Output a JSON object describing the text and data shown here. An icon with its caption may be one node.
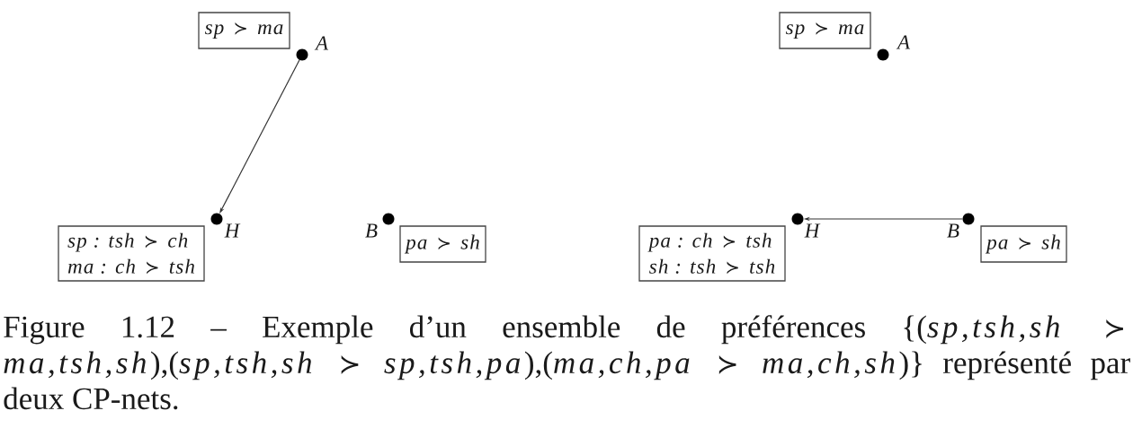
{
  "diagram": {
    "caption": "Figure 1.12 – Exemple d’un ensemble de préférences {(*sp,tsh,sh* ≻ *ma,tsh,sh*),(*sp,tsh,sh* ≻ *sp,tsh,pa*),(*ma,ch,pa* ≻ *ma,ch,sh*)} représenté par deux CP-nets.",
    "nodes": [
      {
        "text": [
          "sp ≻ ma"
        ]
      },
      {
        "text": [],
        "shape": "circle",
        "beside": [
          "A"
        ]
      },
      {
        "text": [],
        "shape": "circle",
        "beside": [
          "H"
        ]
      },
      {
        "text": [
          "sp : tsh ≻ ch",
          "ma : ch ≻ tsh"
        ]
      },
      {
        "text": [],
        "shape": "circle",
        "beside": [
          "B"
        ]
      },
      {
        "text": [
          "pa ≻ sh"
        ]
      },
      {
        "text": [
          "sp ≻ ma"
        ]
      },
      {
        "text": [],
        "shape": "circle",
        "beside": [
          "A"
        ]
      },
      {
        "text": [],
        "shape": "circle",
        "beside": [
          "H"
        ]
      },
      {
        "text": [
          "pa : ch ≻ tsh",
          "sh : tsh ≻ tsh"
        ]
      },
      {
        "text": [],
        "shape": "circle",
        "beside": [
          "B"
        ]
      },
      {
        "text": [
          "pa ≻ sh"
        ]
      }
    ],
    "edges": [
      {
        "from": 1,
        "to": 2,
        "arrow": "to"
      },
      {
        "from": 10,
        "to": 8,
        "arrow": "to"
      }
    ]
  }
}
